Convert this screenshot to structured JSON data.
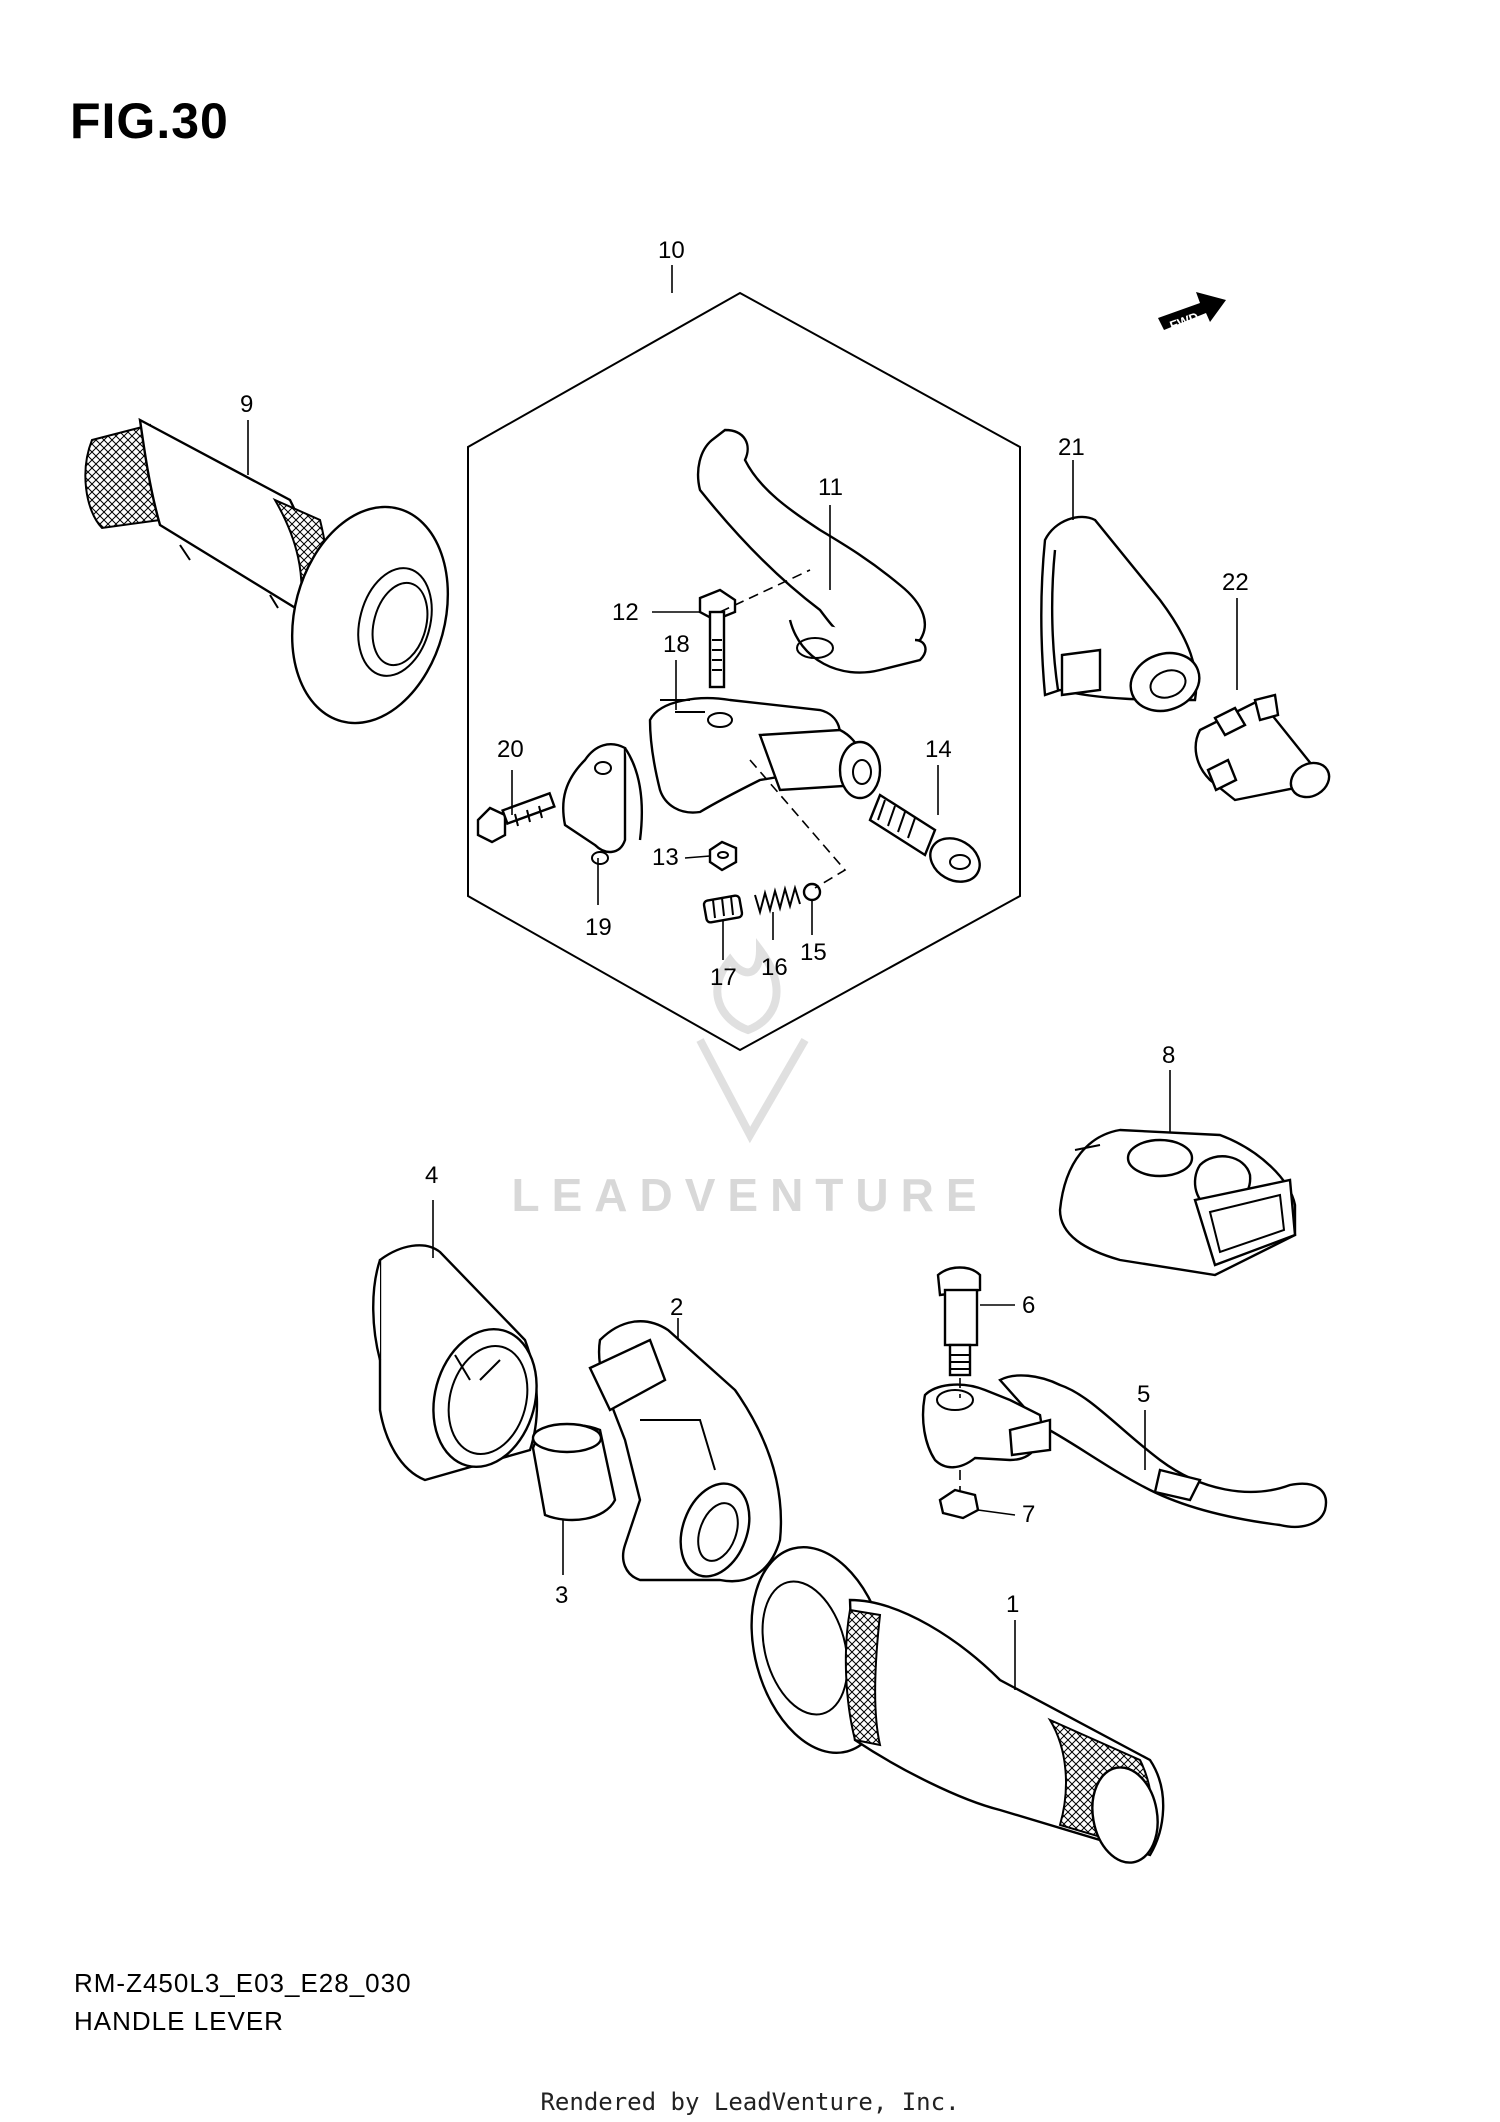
{
  "figure": {
    "title": "FIG.30",
    "diagram_code": "RM-Z450L3_E03_E28_030",
    "diagram_name": "HANDLE LEVER",
    "rendered_by": "Rendered by LeadVenture, Inc.",
    "watermark_text": "LEADVENTURE",
    "fwd_label": "FWD"
  },
  "callouts": [
    "1",
    "2",
    "3",
    "4",
    "5",
    "6",
    "7",
    "8",
    "9",
    "10",
    "11",
    "12",
    "13",
    "14",
    "15",
    "16",
    "17",
    "18",
    "19",
    "20",
    "21",
    "22"
  ],
  "colors": {
    "line": "#000000",
    "watermark": "#d8d8d8",
    "background": "#ffffff"
  }
}
